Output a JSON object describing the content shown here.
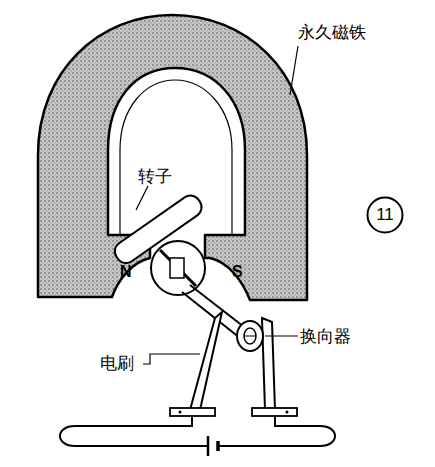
{
  "diagram": {
    "nodes": [
      {
        "text": [
          "11"
        ]
      }
    ],
    "labels": [
      "永久磁铁",
      "转子",
      "N",
      "S",
      "换向器",
      "电刷"
    ]
  }
}
